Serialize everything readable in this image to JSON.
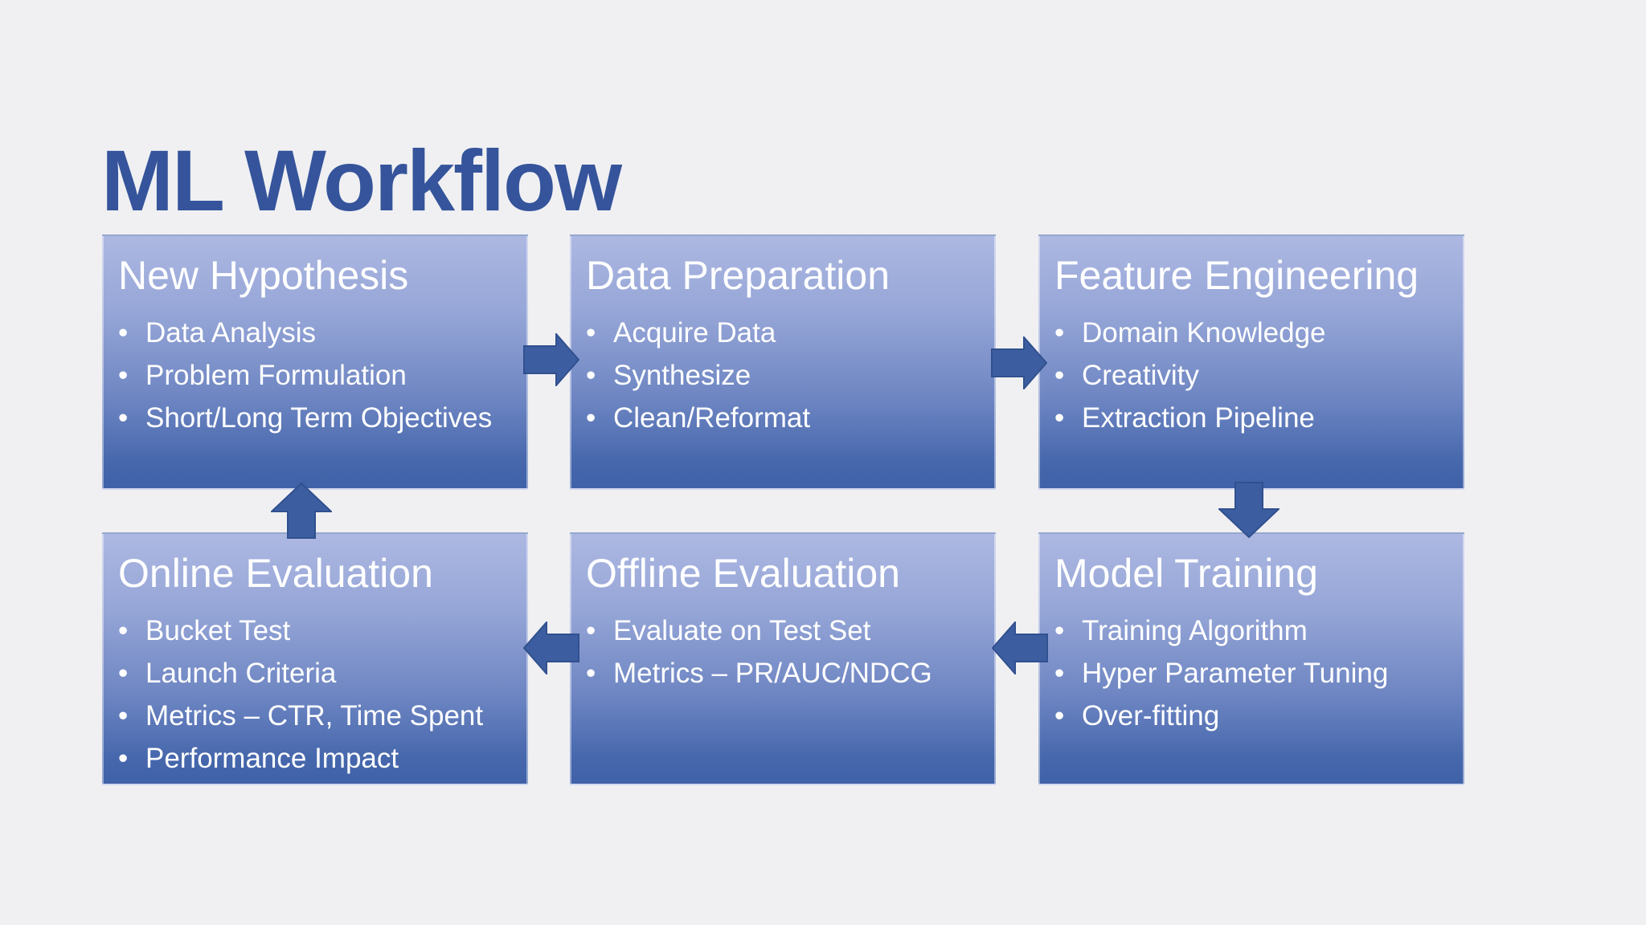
{
  "page": {
    "title": "ML Workflow"
  },
  "diagram": {
    "boxes": [
      {
        "id": "new-hypothesis",
        "title": "New Hypothesis",
        "bullets": [
          "Data Analysis",
          "Problem Formulation",
          "Short/Long Term Objectives"
        ]
      },
      {
        "id": "data-preparation",
        "title": "Data Preparation",
        "bullets": [
          "Acquire Data",
          "Synthesize",
          "Clean/Reformat"
        ]
      },
      {
        "id": "feature-engineering",
        "title": "Feature Engineering",
        "bullets": [
          "Domain Knowledge",
          "Creativity",
          "Extraction Pipeline"
        ]
      },
      {
        "id": "online-evaluation",
        "title": "Online Evaluation",
        "bullets": [
          "Bucket Test",
          "Launch Criteria",
          "Metrics – CTR, Time Spent",
          "Performance Impact"
        ]
      },
      {
        "id": "offline-evaluation",
        "title": "Offline Evaluation",
        "bullets": [
          "Evaluate on Test Set",
          "Metrics – PR/AUC/NDCG"
        ]
      },
      {
        "id": "model-training",
        "title": "Model Training",
        "bullets": [
          "Training Algorithm",
          "Hyper Parameter Tuning",
          "Over-fitting"
        ]
      }
    ],
    "arrows": [
      {
        "from": "new-hypothesis",
        "to": "data-preparation",
        "direction": "right"
      },
      {
        "from": "data-preparation",
        "to": "feature-engineering",
        "direction": "right"
      },
      {
        "from": "feature-engineering",
        "to": "model-training",
        "direction": "down"
      },
      {
        "from": "model-training",
        "to": "offline-evaluation",
        "direction": "left"
      },
      {
        "from": "offline-evaluation",
        "to": "online-evaluation",
        "direction": "left"
      },
      {
        "from": "online-evaluation",
        "to": "new-hypothesis",
        "direction": "up"
      }
    ],
    "colors": {
      "background": "#f0f0f3",
      "title_text": "#35549b",
      "box_gradient_top": "#adb8e2",
      "box_gradient_bottom": "#3f61a7",
      "box_text": "#ffffff",
      "arrow_fill": "#3c5ea1"
    }
  }
}
